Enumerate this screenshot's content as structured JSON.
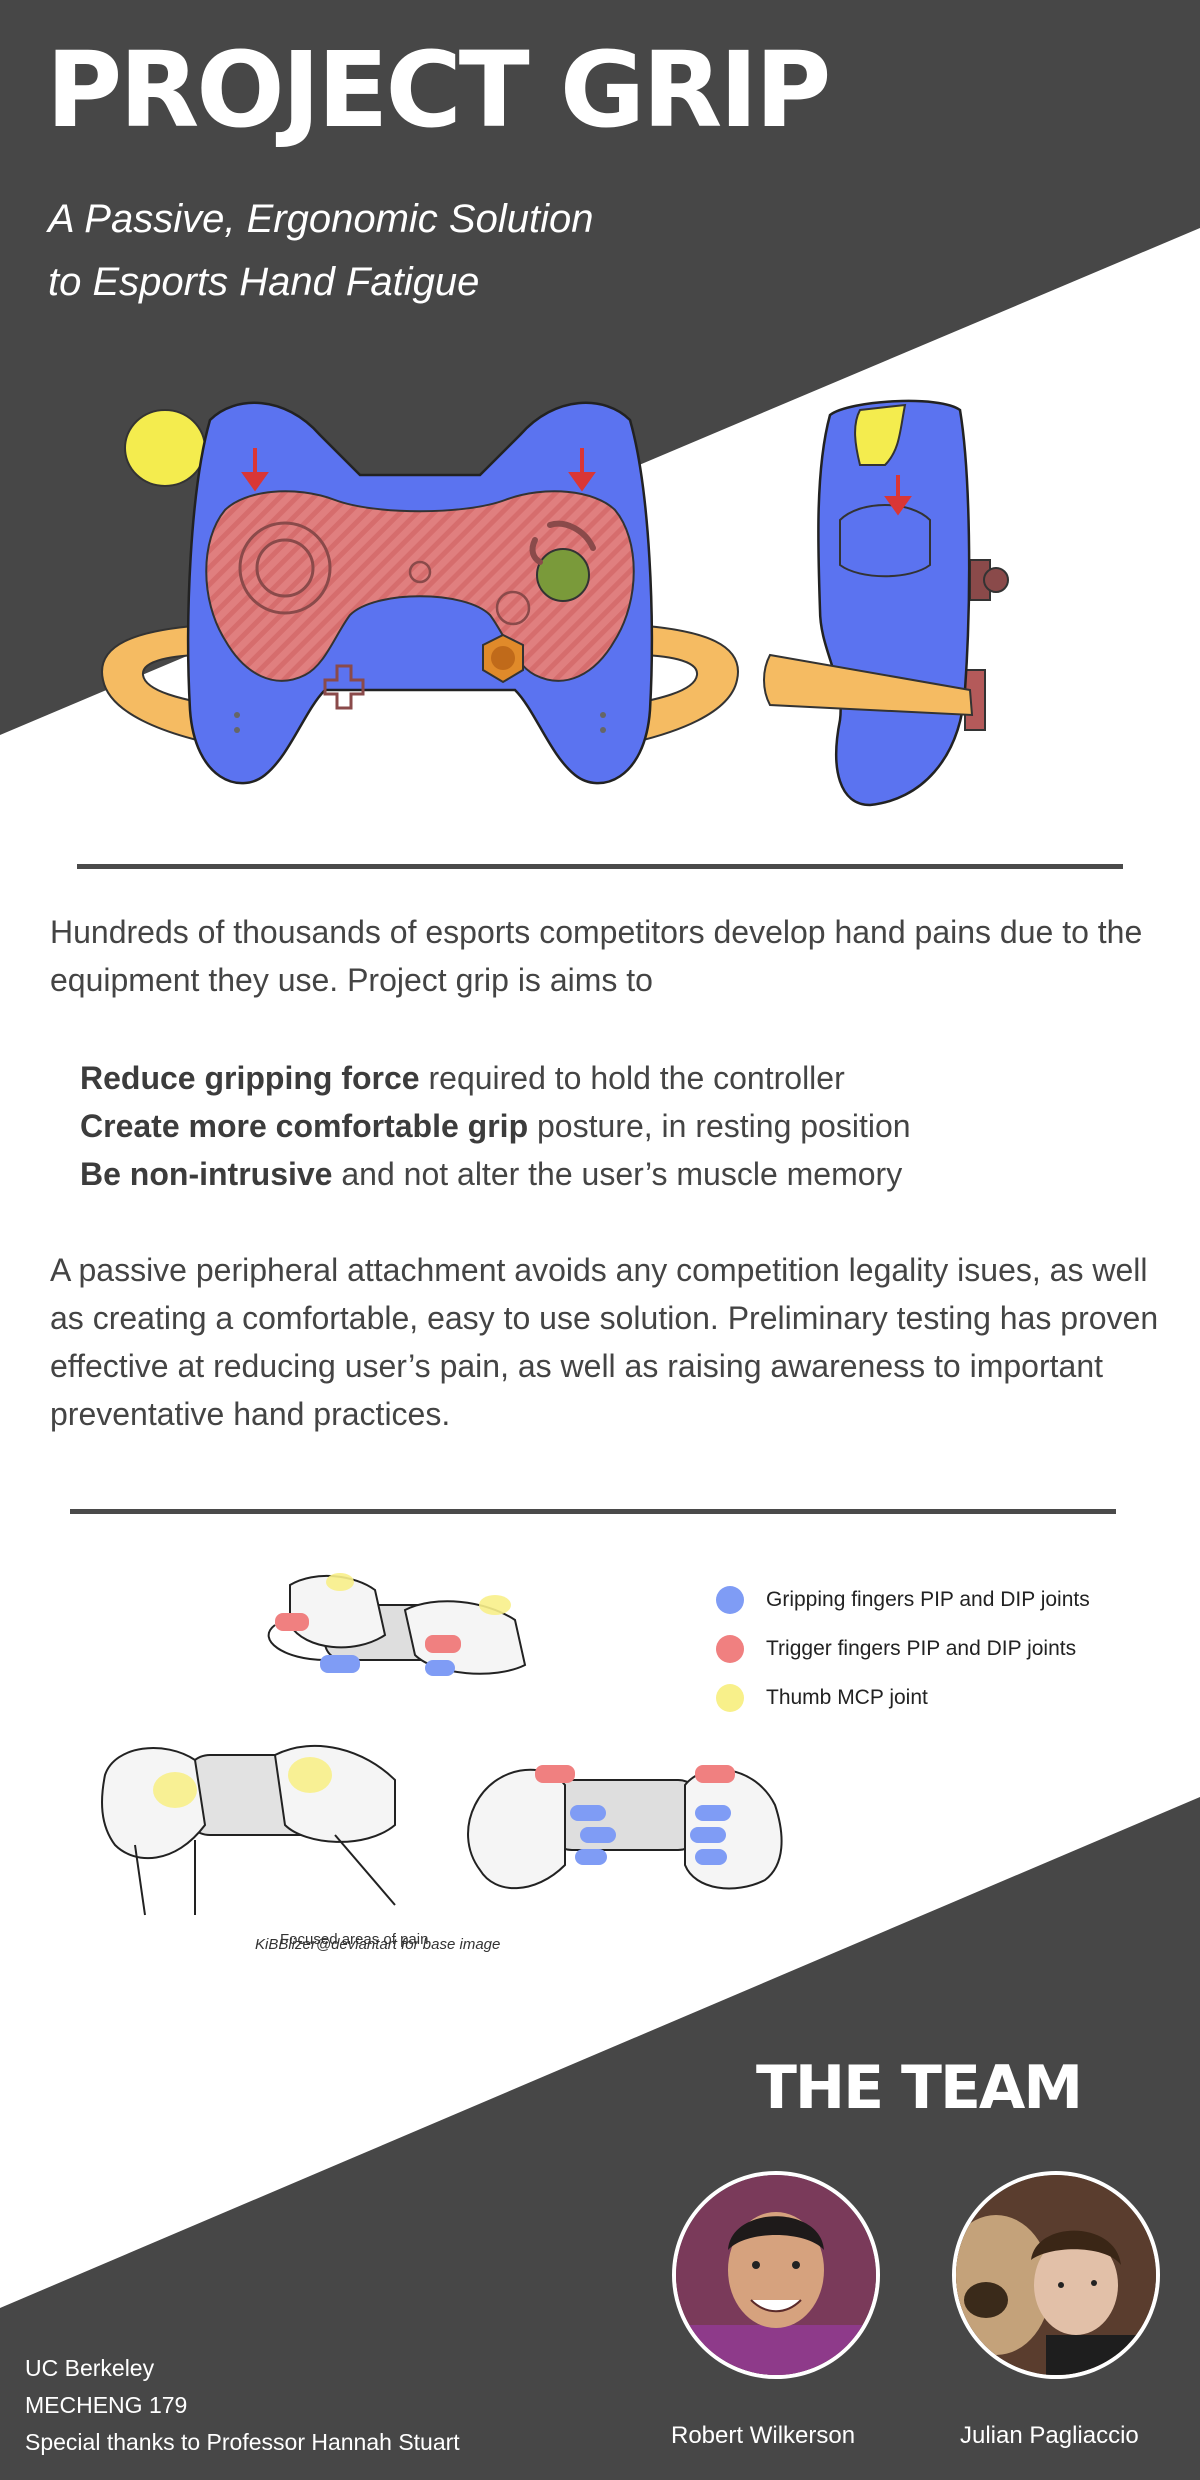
{
  "header": {
    "title": "PROJECT GRIP",
    "subtitle_line1": "A Passive, Ergonomic Solution",
    "subtitle_line2": "to Esports Hand Fatigue"
  },
  "intro": {
    "text": "Hundreds of thousands of esports competitors develop hand pains due to the equipment they use. Project grip is aims to"
  },
  "goals": [
    {
      "bold": "Reduce gripping force",
      "rest": " required to hold the controller"
    },
    {
      "bold": "Create more comfortable grip",
      "rest": " posture, in resting position"
    },
    {
      "bold": "Be non-intrusive",
      "rest": " and not alter the user’s muscle memory"
    }
  ],
  "summary": {
    "text": "A passive peripheral attachment avoids any competition legality isues, as well as creating a comfortable, easy to use solution. Preliminary testing has proven effective at reducing user’s pain, as well as raising awareness to important preventative hand practices."
  },
  "legend": [
    {
      "label": "Gripping fingers PIP and DIP joints",
      "color": "#7f9cf5"
    },
    {
      "label": "Trigger fingers PIP and DIP joints",
      "color": "#f08080"
    },
    {
      "label": "Thumb MCP joint",
      "color": "#f8f08a"
    }
  ],
  "figure": {
    "credit": "KiBBlizer@deviantart for base image",
    "overlay_text": "Focused areas of pain"
  },
  "team": {
    "title": "THE TEAM",
    "members": [
      {
        "name": "Robert Wilkerson"
      },
      {
        "name": "Julian Pagliaccio"
      }
    ]
  },
  "footer": {
    "line1": "UC Berkeley",
    "line2": "MECHENG 179",
    "line3": "Special thanks to Professor Hannah Stuart"
  },
  "colors": {
    "dark_bg": "#474747",
    "controller_blue": "#5b73f0",
    "grip_pink": "#e07f7f",
    "strap_orange": "#f5bb62",
    "trigger_yellow": "#f4ec4e",
    "arrow_red": "#d93636"
  }
}
